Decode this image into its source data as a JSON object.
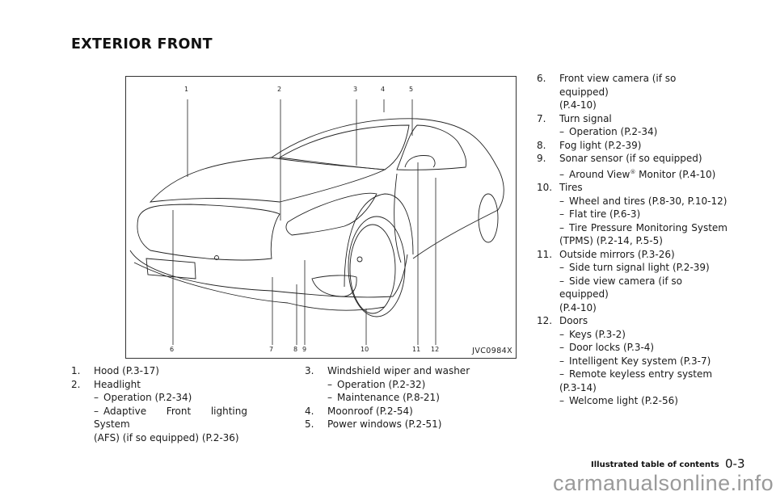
{
  "page": {
    "section_title": "EXTERIOR FRONT",
    "figure": {
      "code": "JVC0984X",
      "callouts_top": [
        "1",
        "2",
        "3",
        "4",
        "5"
      ],
      "callouts_bottom": [
        "6",
        "7",
        "8",
        "9",
        "10",
        "11",
        "12"
      ]
    },
    "col1": [
      {
        "num": "1.",
        "text": "Hood (P.3-17)",
        "subs": []
      },
      {
        "num": "2.",
        "text": "Headlight",
        "subs": [
          "Operation (P.2-34)",
          "Adaptive Front lighting System",
          "(AFS) (if so equipped) (P.2-36)"
        ]
      }
    ],
    "col2": [
      {
        "num": "3.",
        "text": "Windshield wiper and washer",
        "subs": [
          "Operation (P.2-32)",
          "Maintenance (P.8-21)"
        ]
      },
      {
        "num": "4.",
        "text": "Moonroof (P.2-54)"
      },
      {
        "num": "5.",
        "text": "Power windows (P.2-51)"
      }
    ],
    "col3": [
      {
        "num": "6.",
        "text": "Front view camera (if so equipped)",
        "cont": "(P.4-10)"
      },
      {
        "num": "7.",
        "text": "Turn signal",
        "subs": [
          "Operation (P.2-34)"
        ]
      },
      {
        "num": "8.",
        "text": "Fog light (P.2-39)"
      },
      {
        "num": "9.",
        "text": "Sonar sensor (if so equipped)",
        "subs": [
          "Around View",
          "®",
          " Monitor (P.4-10)"
        ]
      },
      {
        "num": "10.",
        "text": "Tires",
        "subs": [
          "Wheel and tires (P.8-30, P.10-12)",
          "Flat tire (P.6-3)",
          "Tire Pressure Monitoring System",
          "(TPMS) (P.2-14, P.5-5)"
        ]
      },
      {
        "num": "11.",
        "text": "Outside mirrors (P.3-26)",
        "subs": [
          "Side turn signal light (P.2-39)",
          "Side view camera (if so equipped)",
          "(P.4-10)"
        ]
      },
      {
        "num": "12.",
        "text": "Doors",
        "subs": [
          "Keys (P.3-2)",
          "Door locks (P.3-4)",
          "Intelligent Key system (P.3-7)",
          "Remote keyless entry system",
          "(P.3-14)",
          "Welcome light (P.2-56)"
        ]
      }
    ],
    "dash": "–",
    "footer": {
      "label": "Illustrated table of contents",
      "page": "0-3"
    },
    "watermark": "carmanualsonline.info"
  }
}
